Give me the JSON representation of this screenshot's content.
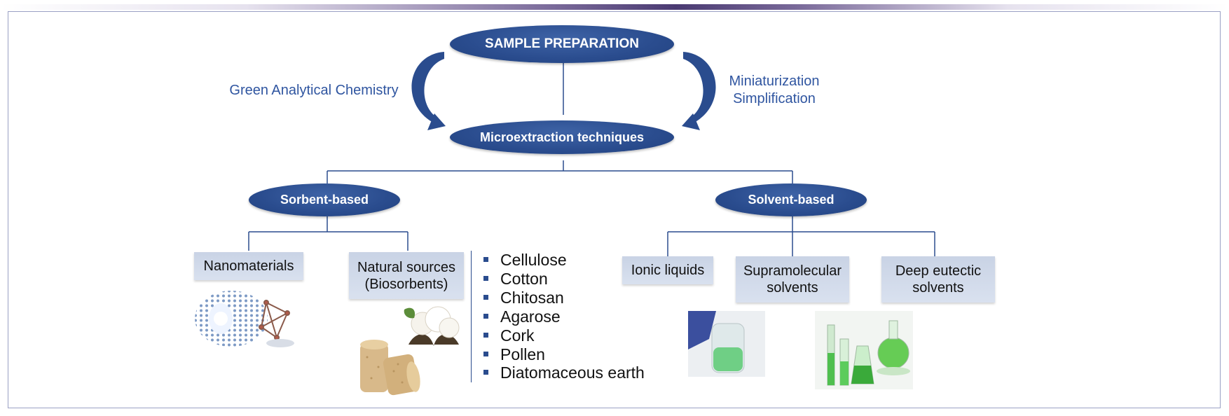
{
  "title": "SAMPLE PREPARATION",
  "center": "Microextraction techniques",
  "left_note": "Green Analytical Chemistry",
  "right_note": [
    "Miniaturization",
    "Simplification"
  ],
  "branches": {
    "sorbent": {
      "label": "Sorbent-based",
      "children": [
        "Nanomaterials",
        "Natural sources\n(Biosorbents)"
      ]
    },
    "solvent": {
      "label": "Solvent-based",
      "children": [
        "Ionic liquids",
        "Supramolecular\nsolvents",
        "Deep eutectic\nsolvents"
      ]
    }
  },
  "biosorbents": [
    "Cellulose",
    "Cotton",
    "Chitosan",
    "Agarose",
    "Cork",
    "Pollen",
    "Diatomaceous earth"
  ],
  "colors": {
    "accent": "#2a4c8e",
    "note_text": "#2f55a0",
    "box_fill": "#d0d9ea"
  }
}
